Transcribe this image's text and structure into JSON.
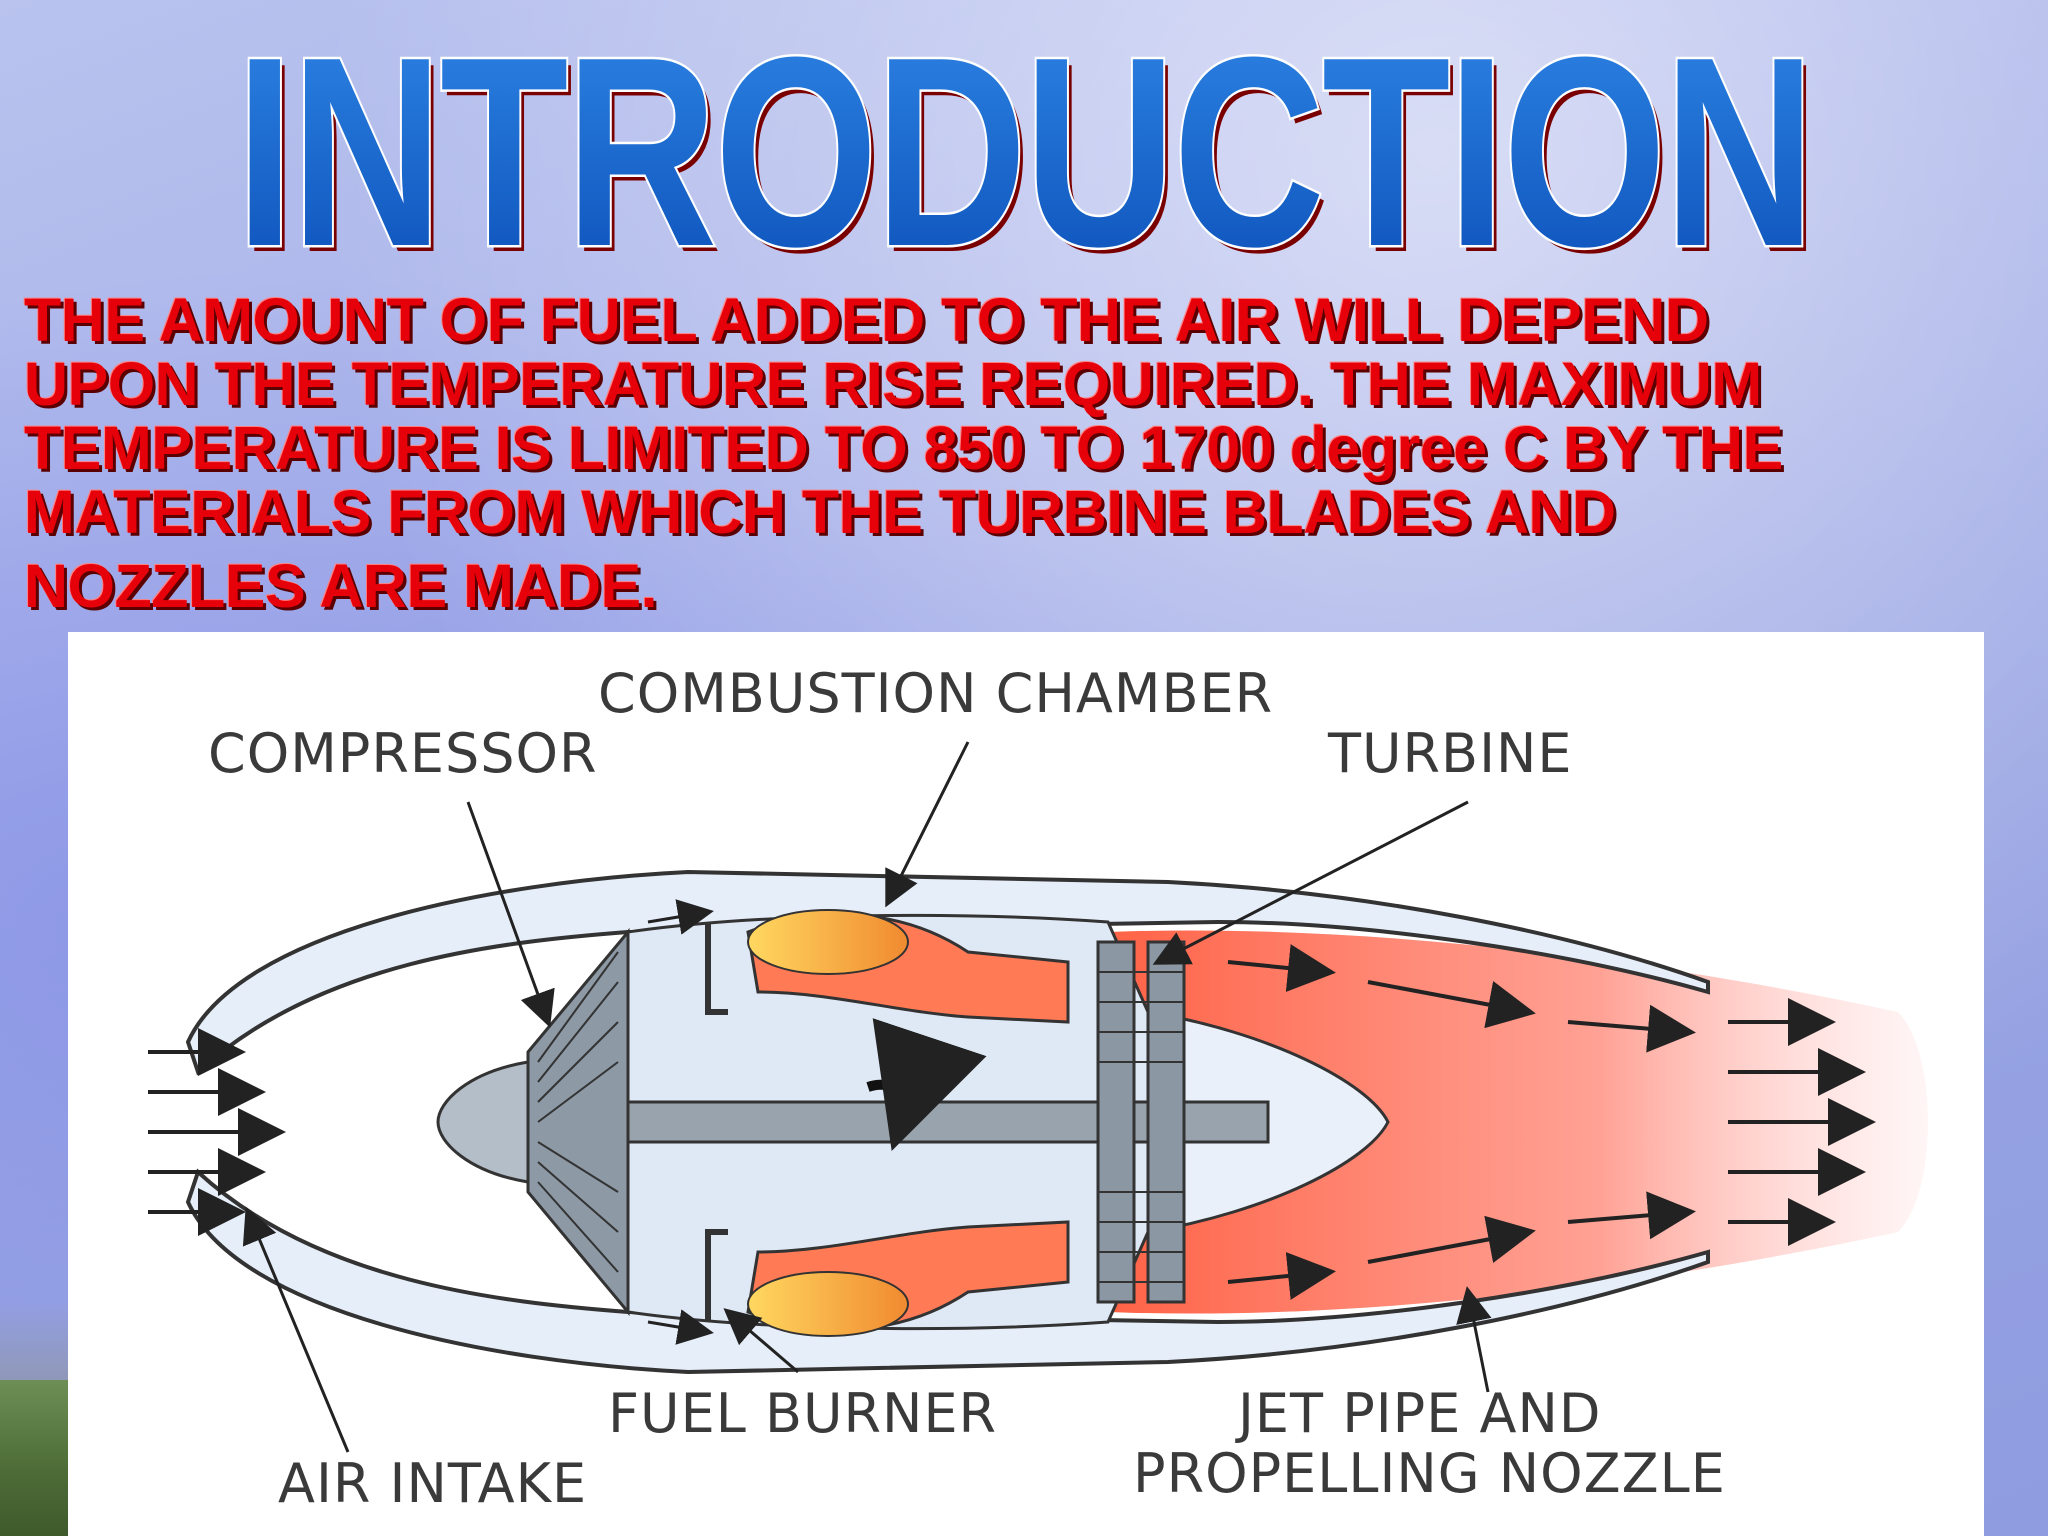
{
  "slide": {
    "title": "INTRODUCTION",
    "paragraph_lines": [
      "THE AMOUNT OF FUEL ADDED TO THE AIR WILL DEPEND",
      "UPON THE TEMPERATURE RISE REQUIRED. THE MAXIMUM",
      "TEMPERATURE IS LIMITED TO 850 TO 1700 degree C  BY THE",
      "MATERIALS FROM WHICH THE TURBINE BLADES AND",
      "NOZZLES ARE MADE."
    ]
  },
  "diagram": {
    "labels": {
      "combustion_chamber": "COMBUSTION CHAMBER",
      "compressor": "COMPRESSOR",
      "turbine": "TURBINE",
      "fuel_burner": "FUEL BURNER",
      "air_intake": "AIR INTAKE",
      "jet_pipe_line1": "JET PIPE AND",
      "jet_pipe_line2": "PROPELLING NOZZLE"
    },
    "colors": {
      "title_blue": "#1560c8",
      "text_red": "#e5000a",
      "hot_gas": "#ff6a4a",
      "flame": "#f4b23a",
      "engine_body": "#d8e4f6",
      "metal": "#7d8a96"
    }
  }
}
